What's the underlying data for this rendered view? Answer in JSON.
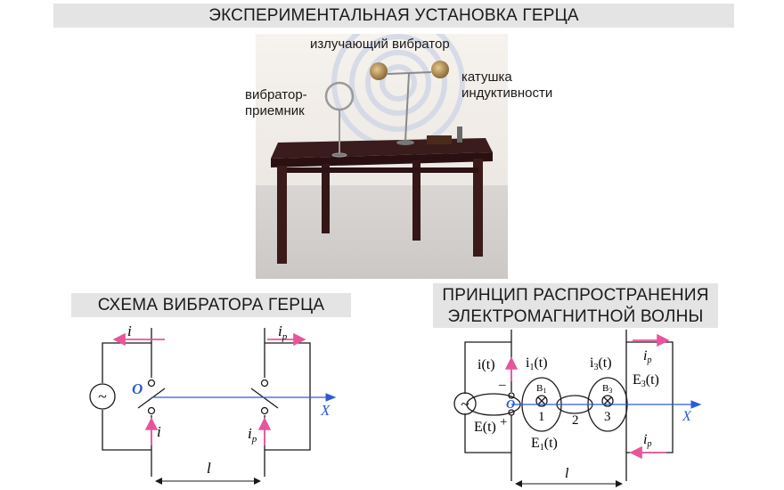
{
  "title": "ЭКСПЕРИМЕНТАЛЬНАЯ УСТАНОВКА ГЕРЦА",
  "photo": {
    "label_emitter": "излучающий вибратор",
    "label_receiver_line1": "вибратор-",
    "label_receiver_line2": "приемник",
    "label_coil_line1": "катушка",
    "label_coil_line2": "индуктивности"
  },
  "schema": {
    "title": "СХЕМА ВИБРАТОРА ГЕРЦА",
    "current_top": "i",
    "current_bottom": "i",
    "current_receiver_top": "i",
    "current_receiver_top_sub": "p",
    "current_receiver_bottom": "i",
    "current_receiver_bottom_sub": "p",
    "origin": "O",
    "axis": "X",
    "distance": "l",
    "source_symbol": "~"
  },
  "principle": {
    "title_line1": "ПРИНЦИП РАСПРОСТРАНЕНИЯ",
    "title_line2": "ЭЛЕКТРОМАГНИТНОЙ ВОЛНЫ",
    "i_t": "i(t)",
    "i1_t": "i",
    "i1_sub": "1",
    "i1_arg": "(t)",
    "i3_t": "i",
    "i3_sub": "3",
    "i3_arg": "(t)",
    "ip_top": "i",
    "ip_top_sub": "p",
    "ip_bottom": "i",
    "ip_bottom_sub": "p",
    "e3_t": "E",
    "e3_sub": "3",
    "e3_arg": "(t)",
    "e_t": "E(t)",
    "e1_t": "E",
    "e1_sub": "1",
    "e1_arg": "(t)",
    "b1": "B",
    "b1_sub": "1",
    "b3": "B",
    "b3_sub": "3",
    "minus": "–",
    "plus": "+",
    "origin": "O",
    "axis": "X",
    "distance": "l",
    "loop_1": "1",
    "loop_2": "2",
    "loop_3": "3",
    "source_symbol": "~"
  },
  "colors": {
    "banner": "#e4e4e4",
    "current_arrow": "#e8559a",
    "axis": "#2a5bd7",
    "wire": "#1a1a1a"
  }
}
